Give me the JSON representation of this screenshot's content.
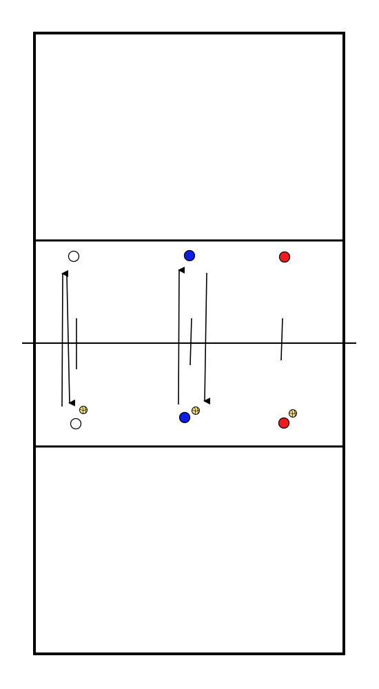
{
  "diagram": {
    "colors": {
      "line": "#000000",
      "background": "#ffffff",
      "player_white": "#ffffff",
      "player_blue": "#0a1ee6",
      "player_red": "#ec1c1c",
      "ball": "#f4e27a"
    },
    "players": [
      {
        "name": "player-white-top",
        "team": "white"
      },
      {
        "name": "player-blue-top",
        "team": "blue"
      },
      {
        "name": "player-red-top",
        "team": "red"
      },
      {
        "name": "player-white-bottom",
        "team": "white"
      },
      {
        "name": "player-blue-bottom",
        "team": "blue"
      },
      {
        "name": "player-red-bottom",
        "team": "red"
      }
    ],
    "balls": [
      {
        "name": "ball-white-group"
      },
      {
        "name": "ball-blue-group"
      },
      {
        "name": "ball-red-group"
      }
    ],
    "icons": {
      "player": "player-circle-icon",
      "ball": "volleyball-icon",
      "arrow": "arrow-icon"
    }
  }
}
